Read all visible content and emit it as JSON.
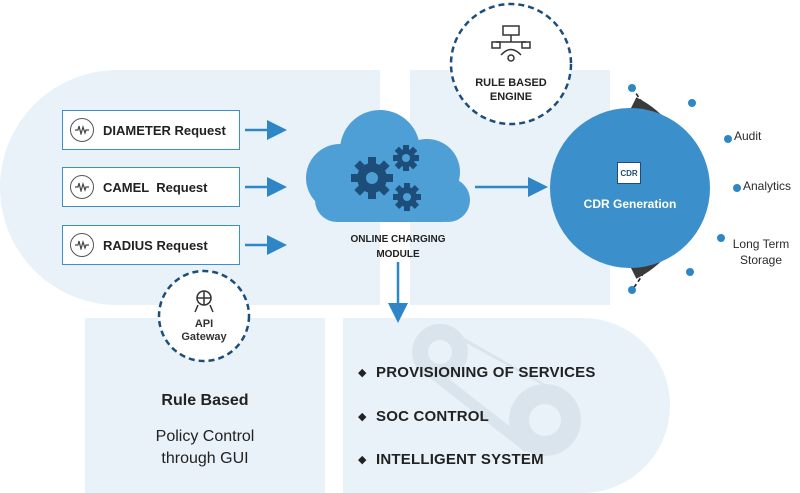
{
  "requests": [
    {
      "label": "DIAMETER Request",
      "icon": "waveform-icon"
    },
    {
      "label": "CAMEL  Request",
      "icon": "waveform-icon"
    },
    {
      "label": "RADIUS Request",
      "icon": "waveform-icon"
    }
  ],
  "ocm": {
    "line1": "ONLINE CHARGING",
    "line2": "MODULE"
  },
  "engine": {
    "line1": "RULE BASED",
    "line2": "ENGINE"
  },
  "cdr": {
    "badge": "CDR",
    "label": "CDR Generation"
  },
  "outputs": [
    {
      "label": "Audit"
    },
    {
      "label": "Analytics"
    },
    {
      "label": "Long Term\nStorage"
    }
  ],
  "api": {
    "line1": "API",
    "line2": "Gateway"
  },
  "policy": {
    "title": "Rule Based",
    "line1": "Policy Control",
    "line2": "through GUI"
  },
  "features": [
    {
      "label": "PROVISIONING OF SERVICES"
    },
    {
      "label": "SOC CONTROL"
    },
    {
      "label": "INTELLIGENT SYSTEM"
    }
  ],
  "colors": {
    "accent": "#3b8fcb",
    "panel": "#e9f2f9",
    "cloud": "#4e9fd6",
    "dark_arc": "#3a3a3a",
    "dark_blue": "#1d4e7a"
  }
}
